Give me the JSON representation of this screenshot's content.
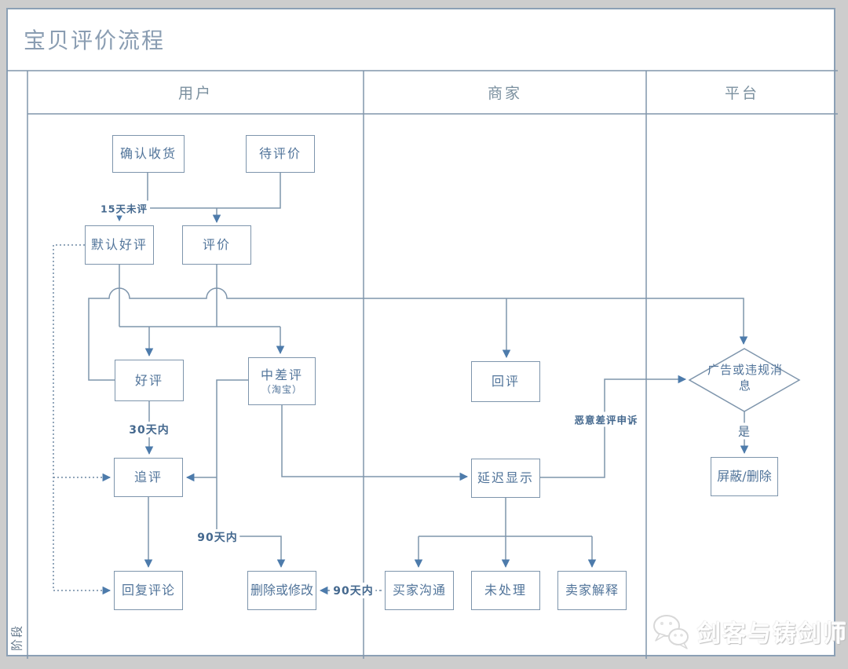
{
  "title": "宝贝评价流程",
  "stage_label": "阶段",
  "lanes": {
    "user": {
      "label": "用户"
    },
    "merchant": {
      "label": "商家"
    },
    "platform": {
      "label": "平台"
    }
  },
  "nodes": {
    "confirm_receipt": {
      "label": "确认收货"
    },
    "pending_review": {
      "label": "待评价"
    },
    "default_positive": {
      "label": "默认好评"
    },
    "review": {
      "label": "评价"
    },
    "positive_review": {
      "label": "好评"
    },
    "negative_review": {
      "label": "中差评",
      "sublabel": "（淘宝）"
    },
    "reply_review": {
      "label": "回评"
    },
    "ad_violation": {
      "label": "广告或违规消息"
    },
    "follow_up": {
      "label": "追评"
    },
    "delayed_display": {
      "label": "延迟显示"
    },
    "block_delete": {
      "label": "屏蔽/删除"
    },
    "reply_comment": {
      "label": "回复评论"
    },
    "delete_modify": {
      "label": "删除或修改"
    },
    "buyer_communication": {
      "label": "买家沟通"
    },
    "unprocessed": {
      "label": "未处理"
    },
    "seller_explanation": {
      "label": "卖家解释"
    }
  },
  "edge_labels": {
    "not_reviewed_15d": "15天未评",
    "within_30d": "30天内",
    "within_90d": "90天内",
    "within_90d_dashed": "90天内",
    "malicious_appeal": "恶意差评申诉",
    "yes": "是"
  },
  "watermark": {
    "icon": "wechat-icon",
    "text": "剑客与铸剑师"
  },
  "colors": {
    "line": "#7e95ac",
    "arrow": "#4d7bab",
    "box_text": "#51749a",
    "edge_label_text": "#44688e",
    "title_text": "#8a9db2",
    "lane_header_text": "#7b909f",
    "outer_border": "#8ba0b5",
    "page_background": "#cdcdcd"
  }
}
